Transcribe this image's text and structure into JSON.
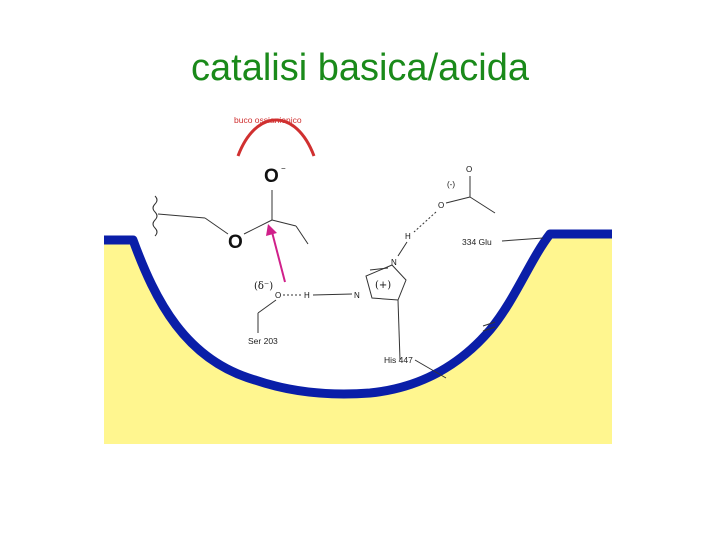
{
  "slide": {
    "title": "catalisi basica/acida",
    "title_color": "#1a8a1a"
  },
  "diagram": {
    "oxyanion_hole_label": "buco ossianionico",
    "oxyanion_charge_atom": "O",
    "oxyanion_charge_sign": "−",
    "substrate_oxygen": "O",
    "glu_charge": "(-)",
    "glu_carbonyl_O": "O",
    "glu_ester_O": "O",
    "glu_label": "334 Glu",
    "his_H": "H",
    "his_N_top": "N",
    "his_N_left": "N",
    "his_charge": "(+)",
    "his_label": "His 447",
    "ser_charge": "(δ⁻)",
    "ser_O": "O",
    "ser_H": "H",
    "ser_label": "Ser 203",
    "colors": {
      "pocket_fill": "#fff68f",
      "pocket_border": "#0a1ea8",
      "arc": "#d03030",
      "arrow": "#d0208a",
      "text": "#111111"
    }
  }
}
